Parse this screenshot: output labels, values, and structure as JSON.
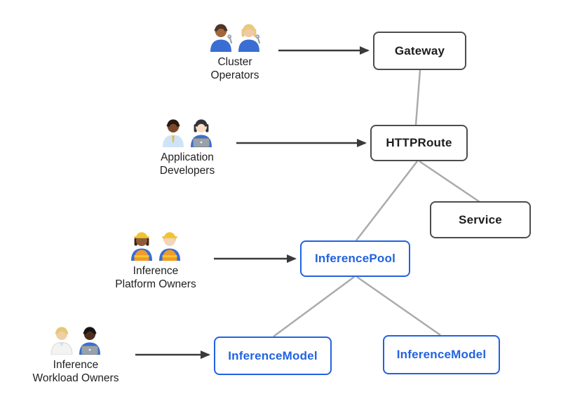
{
  "personas": [
    {
      "name": "Cluster Operators",
      "lines": [
        "Cluster",
        "Operators"
      ],
      "emoji": "👨🏽‍🔧 👩🏼‍🔧",
      "icons": [
        "man-mechanic-icon",
        "woman-mechanic-icon"
      ],
      "connects_to": "Gateway"
    },
    {
      "name": "Application Developers",
      "lines": [
        "Application",
        "Developers"
      ],
      "emoji": "👨🏾‍💼 👩🏻‍💻",
      "icons": [
        "man-office-worker-icon",
        "woman-technologist-icon"
      ],
      "connects_to": "HTTPRoute"
    },
    {
      "name": "Inference Platform Owners",
      "lines": [
        "Inference",
        "Platform Owners"
      ],
      "emoji": "👷🏾‍♀️ 👷🏻",
      "icons": [
        "woman-construction-worker-icon",
        "man-construction-worker-icon"
      ],
      "connects_to": "InferencePool"
    },
    {
      "name": "Inference Workload Owners",
      "lines": [
        "Inference",
        "Workload Owners"
      ],
      "emoji": "🧑🏼‍⚕️ 👨🏿‍💻",
      "icons": [
        "health-worker-icon",
        "man-technologist-icon"
      ],
      "connects_to": "InferenceModel"
    }
  ],
  "nodes": {
    "gateway": {
      "label": "Gateway",
      "style": "dark"
    },
    "httproute": {
      "label": "HTTPRoute",
      "style": "dark"
    },
    "service": {
      "label": "Service",
      "style": "dark"
    },
    "inferencepool": {
      "label": "InferencePool",
      "style": "blue"
    },
    "inferencemodel_left": {
      "label": "InferenceModel",
      "style": "blue"
    },
    "inferencemodel_right": {
      "label": "InferenceModel",
      "style": "blue"
    }
  },
  "edges": [
    {
      "from": "Gateway",
      "to": "HTTPRoute"
    },
    {
      "from": "HTTPRoute",
      "to": "Service"
    },
    {
      "from": "HTTPRoute",
      "to": "InferencePool"
    },
    {
      "from": "InferencePool",
      "to": "InferenceModel (left)"
    },
    {
      "from": "InferencePool",
      "to": "InferenceModel (right)"
    }
  ],
  "colors": {
    "dark-border": "#4d4d4d",
    "blue": "#2262e2",
    "edge-gray": "#ababab",
    "arrow": "#3a3a3a",
    "text": "#1d1d1d",
    "background": "#ffffff"
  }
}
